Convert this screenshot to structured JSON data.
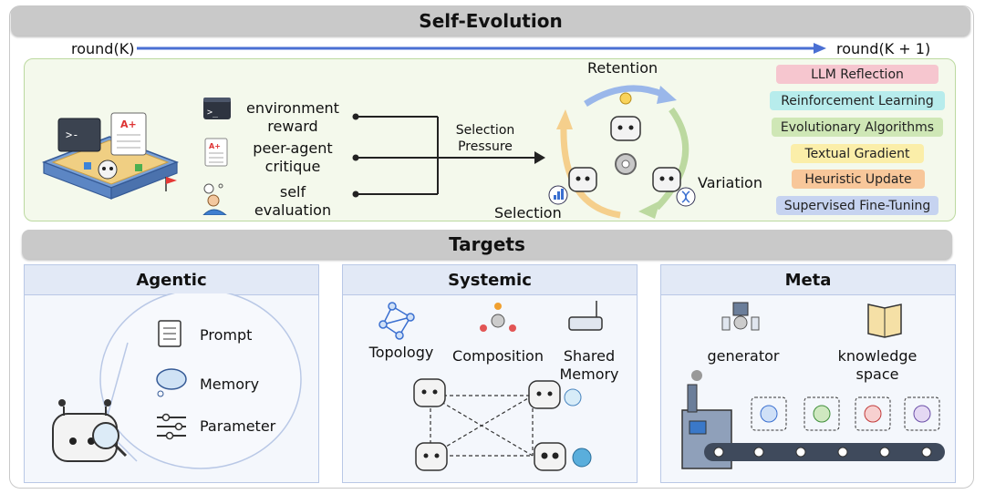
{
  "header": {
    "title": "Self-Evolution"
  },
  "rounds": {
    "start": "round(K)",
    "end": "round(K + 1)"
  },
  "feedback": [
    {
      "label": "environment\nreward",
      "icon": "terminal-icon"
    },
    {
      "label": "peer-agent\ncritique",
      "icon": "graded-paper-icon"
    },
    {
      "label": "self\nevaluation",
      "icon": "thinking-person-icon"
    }
  ],
  "selection_pressure": "Selection\nPressure",
  "cycle": {
    "retention": "Retention",
    "variation": "Variation",
    "selection": "Selection"
  },
  "methods": [
    {
      "label": "LLM Reflection",
      "color": "#f6c6cf"
    },
    {
      "label": "Reinforcement Learning",
      "color": "#b7ecec"
    },
    {
      "label": "Evolutionary Algorithms",
      "color": "#cfe7b6"
    },
    {
      "label": "Textual Gradient",
      "color": "#fbeea9"
    },
    {
      "label": "Heuristic Update",
      "color": "#f8c79a"
    },
    {
      "label": "Supervised Fine-Tuning",
      "color": "#c6d3f0"
    }
  ],
  "targets": {
    "title": "Targets"
  },
  "agentic": {
    "title": "Agentic",
    "items": [
      "Prompt",
      "Memory",
      "Parameter"
    ]
  },
  "systemic": {
    "title": "Systemic",
    "items": [
      "Topology",
      "Composition",
      "Shared\nMemory"
    ]
  },
  "meta": {
    "title": "Meta",
    "items": [
      "generator",
      "knowledge\nspace"
    ]
  }
}
